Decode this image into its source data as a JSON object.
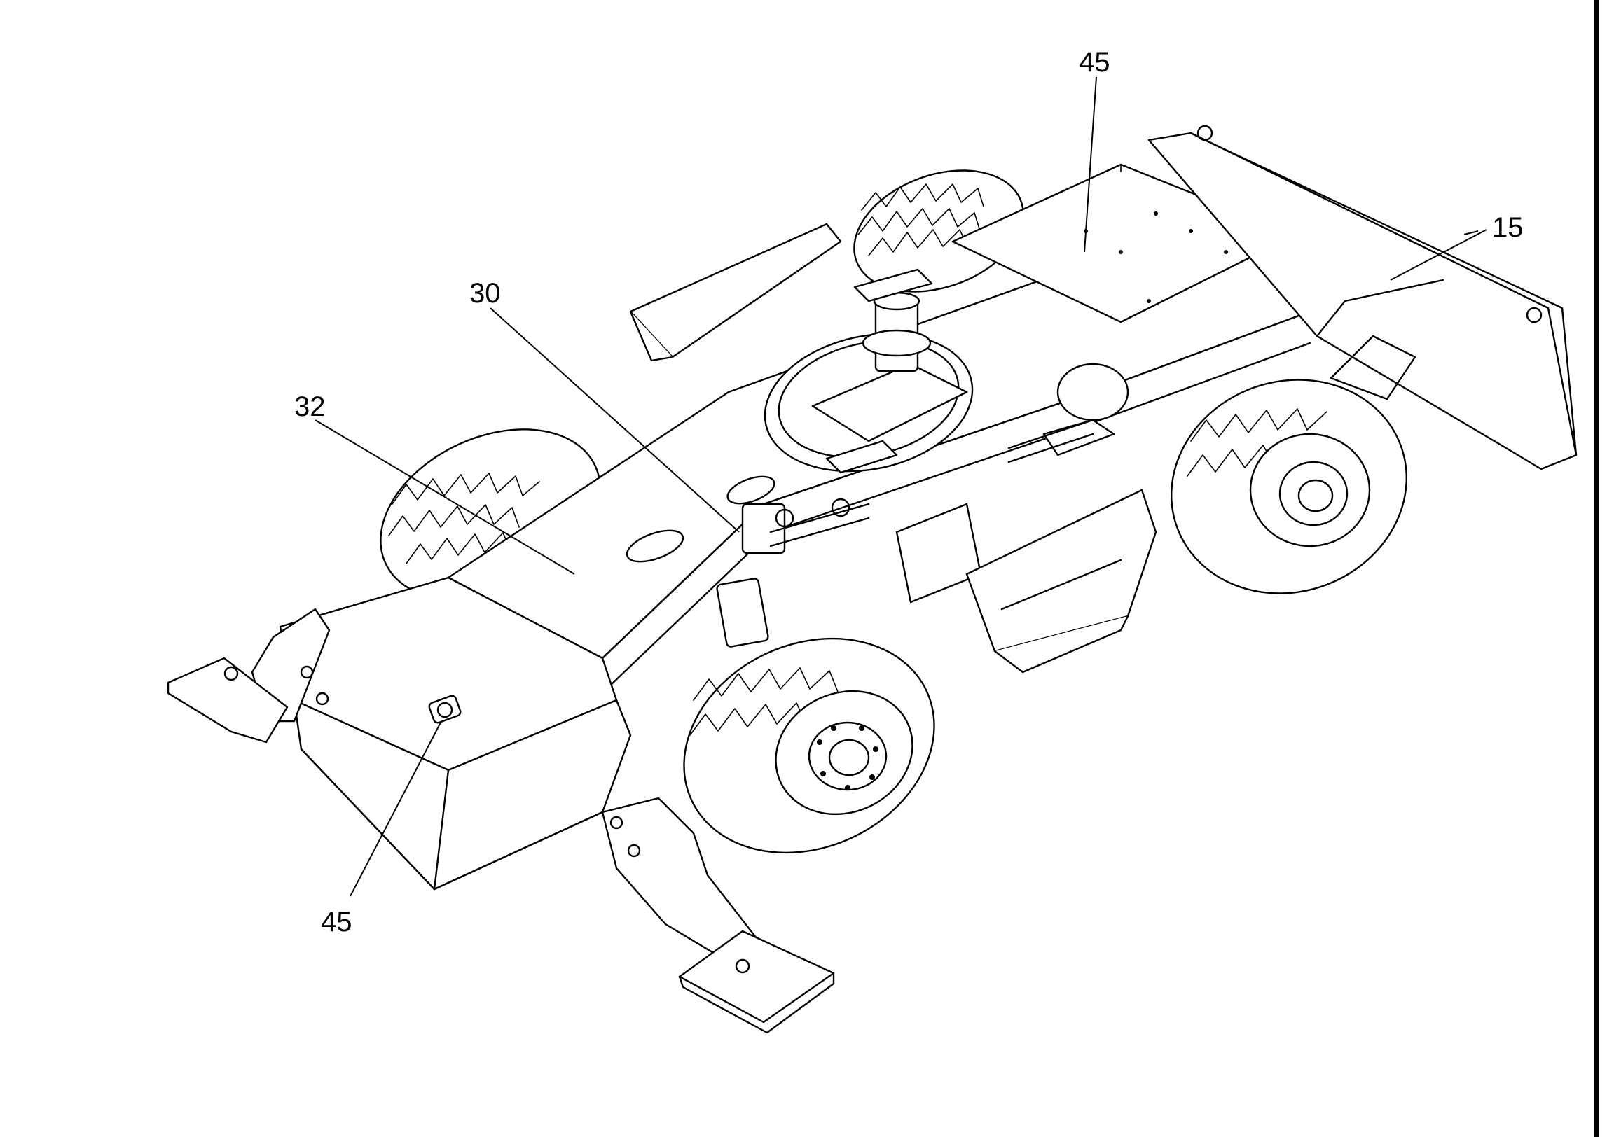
{
  "callouts": [
    {
      "label": "45"
    },
    {
      "label": "15"
    },
    {
      "label": "30"
    },
    {
      "label": "32"
    },
    {
      "label": "45"
    }
  ]
}
